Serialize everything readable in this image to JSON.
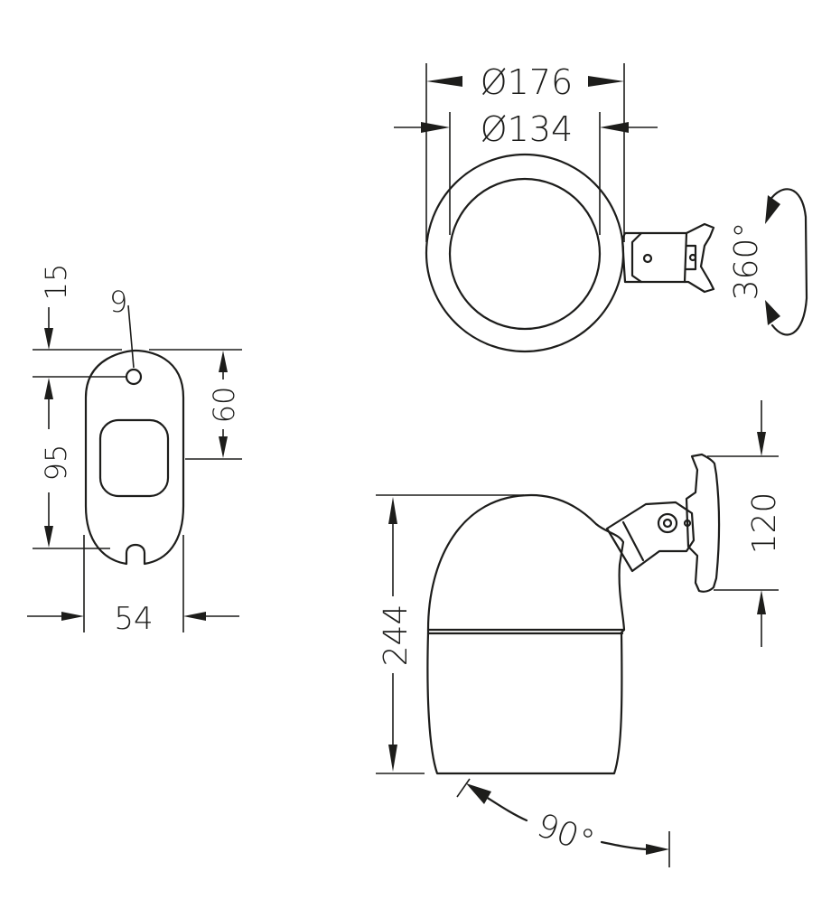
{
  "dimensions": {
    "outer_diameter": "Ø176",
    "inner_diameter": "Ø134",
    "rotation_top": "360°",
    "bracket_height": "120",
    "total_height": "244",
    "tilt_angle": "90°",
    "hole_diameter": "9",
    "top_offset": "15",
    "hole_spacing": "95",
    "center_offset": "60",
    "plate_width": "54"
  }
}
